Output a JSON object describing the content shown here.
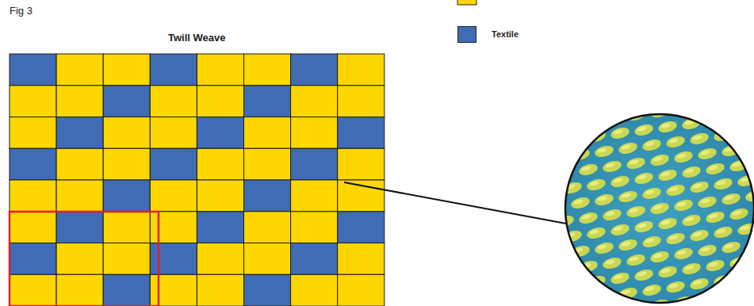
{
  "diagram": {
    "title": "Twill Weave",
    "labels": [
      "Fig 3"
    ],
    "legend": [
      {
        "text": "Textile",
        "color": "#3f6cb4"
      }
    ]
  }
}
